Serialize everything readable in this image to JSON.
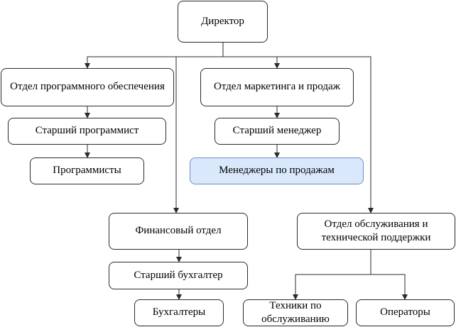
{
  "nodes": {
    "director": "Директор",
    "software_dept": "Отдел программного обеспечения",
    "senior_programmer": "Старший программист",
    "programmers": "Программисты",
    "marketing_dept": "Отдел маркетинга и продаж",
    "senior_manager": "Старший менеджер",
    "sales_managers": "Менеджеры по продажам",
    "finance_dept": "Финансовый отдел",
    "senior_accountant": "Старший бухгалтер",
    "accountants": "Бухгалтеры",
    "support_dept": "Отдел обслуживания и\nтехнической поддержки",
    "service_technicians": "Техники по\nобслуживанию",
    "operators": "Операторы"
  },
  "colors": {
    "highlight_fill": "#dae8fc",
    "highlight_stroke": "#6c8ebf",
    "line": "#2b2b2b"
  }
}
